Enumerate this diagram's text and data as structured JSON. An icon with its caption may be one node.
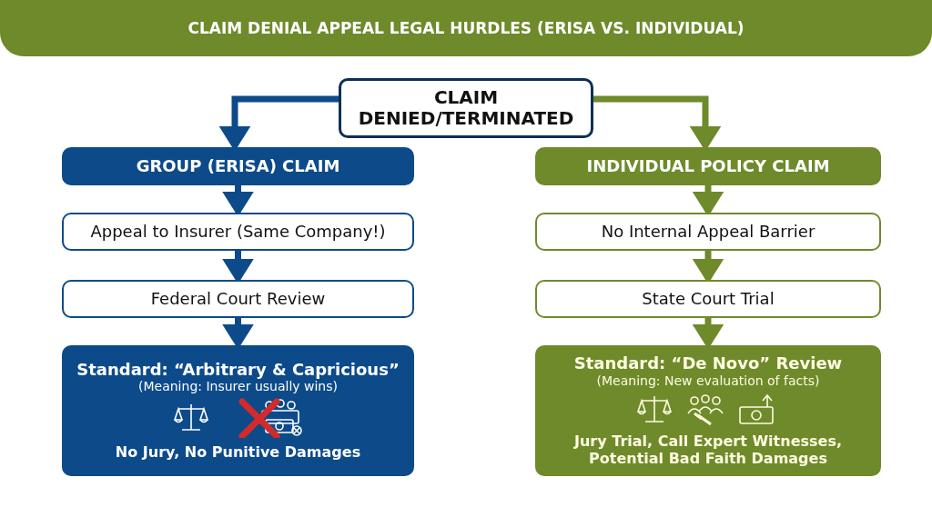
{
  "diagram": {
    "title": "CLAIM DENIAL APPEAL LEGAL HURDLES (ERISA VS. INDIVIDUAL)",
    "nodes": [
      {
        "text": [
          "CLAIM DENIED/TERMINATED"
        ]
      },
      {
        "text": [
          "GROUP (ERISA) CLAIM"
        ]
      },
      {
        "text": [
          "Appeal to Insurer (Same Company!)"
        ]
      },
      {
        "text": [
          "Federal Court Review"
        ]
      },
      {
        "text": [
          "Standard: “Arbitrary & Capricious”",
          "(Meaning: Insurer usually wins)",
          "No Jury, No Punitive Damages"
        ]
      },
      {
        "text": [
          "INDIVIDUAL POLICY CLAIM"
        ]
      },
      {
        "text": [
          "No Internal Appeal Barrier"
        ]
      },
      {
        "text": [
          "State Court Trial"
        ]
      },
      {
        "text": [
          "Standard: “De Novo” Review",
          "(Meaning: New evaluation of facts)",
          "Jury Trial, Call Expert Witnesses, Potential Bad Faith Damages"
        ]
      }
    ],
    "edges": [
      {
        "from": 0,
        "to": 1,
        "arrow": "to"
      },
      {
        "from": 0,
        "to": 5,
        "arrow": "to",
        "color": "#6e8a2b"
      },
      {
        "from": 1,
        "to": 2,
        "arrow": "to"
      },
      {
        "from": 2,
        "to": 3,
        "arrow": "to"
      },
      {
        "from": 3,
        "to": 4,
        "arrow": "to"
      },
      {
        "from": 5,
        "to": 6,
        "arrow": "to",
        "color": "#6e8a2b"
      },
      {
        "from": 6,
        "to": 7,
        "arrow": "to",
        "color": "#6e8a2b"
      },
      {
        "from": 7,
        "to": 8,
        "arrow": "to",
        "color": "#6e8a2b"
      }
    ]
  }
}
